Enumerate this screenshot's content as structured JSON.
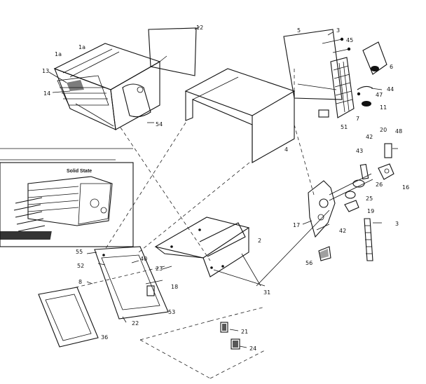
{
  "labels": {
    "n12": "12",
    "n1a": "1a",
    "n1b": "1a",
    "n13": "13",
    "n14": "14",
    "n54": "54",
    "n5": "5",
    "n3top": "3",
    "n45": "45",
    "n6": "6",
    "n47a": "47",
    "n44": "44",
    "n11": "11",
    "n7": "7",
    "n51": "51",
    "n4": "4",
    "n20": "20",
    "n48": "48",
    "n42top": "42",
    "n43": "43",
    "n26": "26",
    "n16": "16",
    "n25": "25",
    "n19": "19",
    "n17": "17",
    "n42": "42",
    "n3": "3",
    "n2": "2",
    "n55": "55",
    "n52": "52",
    "n40": "40",
    "n23": "23",
    "n8": "8",
    "n18": "18",
    "n53": "53",
    "n22": "22",
    "n36": "36",
    "n56": "56",
    "n31": "31",
    "n21": "21",
    "n24": "24"
  },
  "inset_caption": "Solid State"
}
